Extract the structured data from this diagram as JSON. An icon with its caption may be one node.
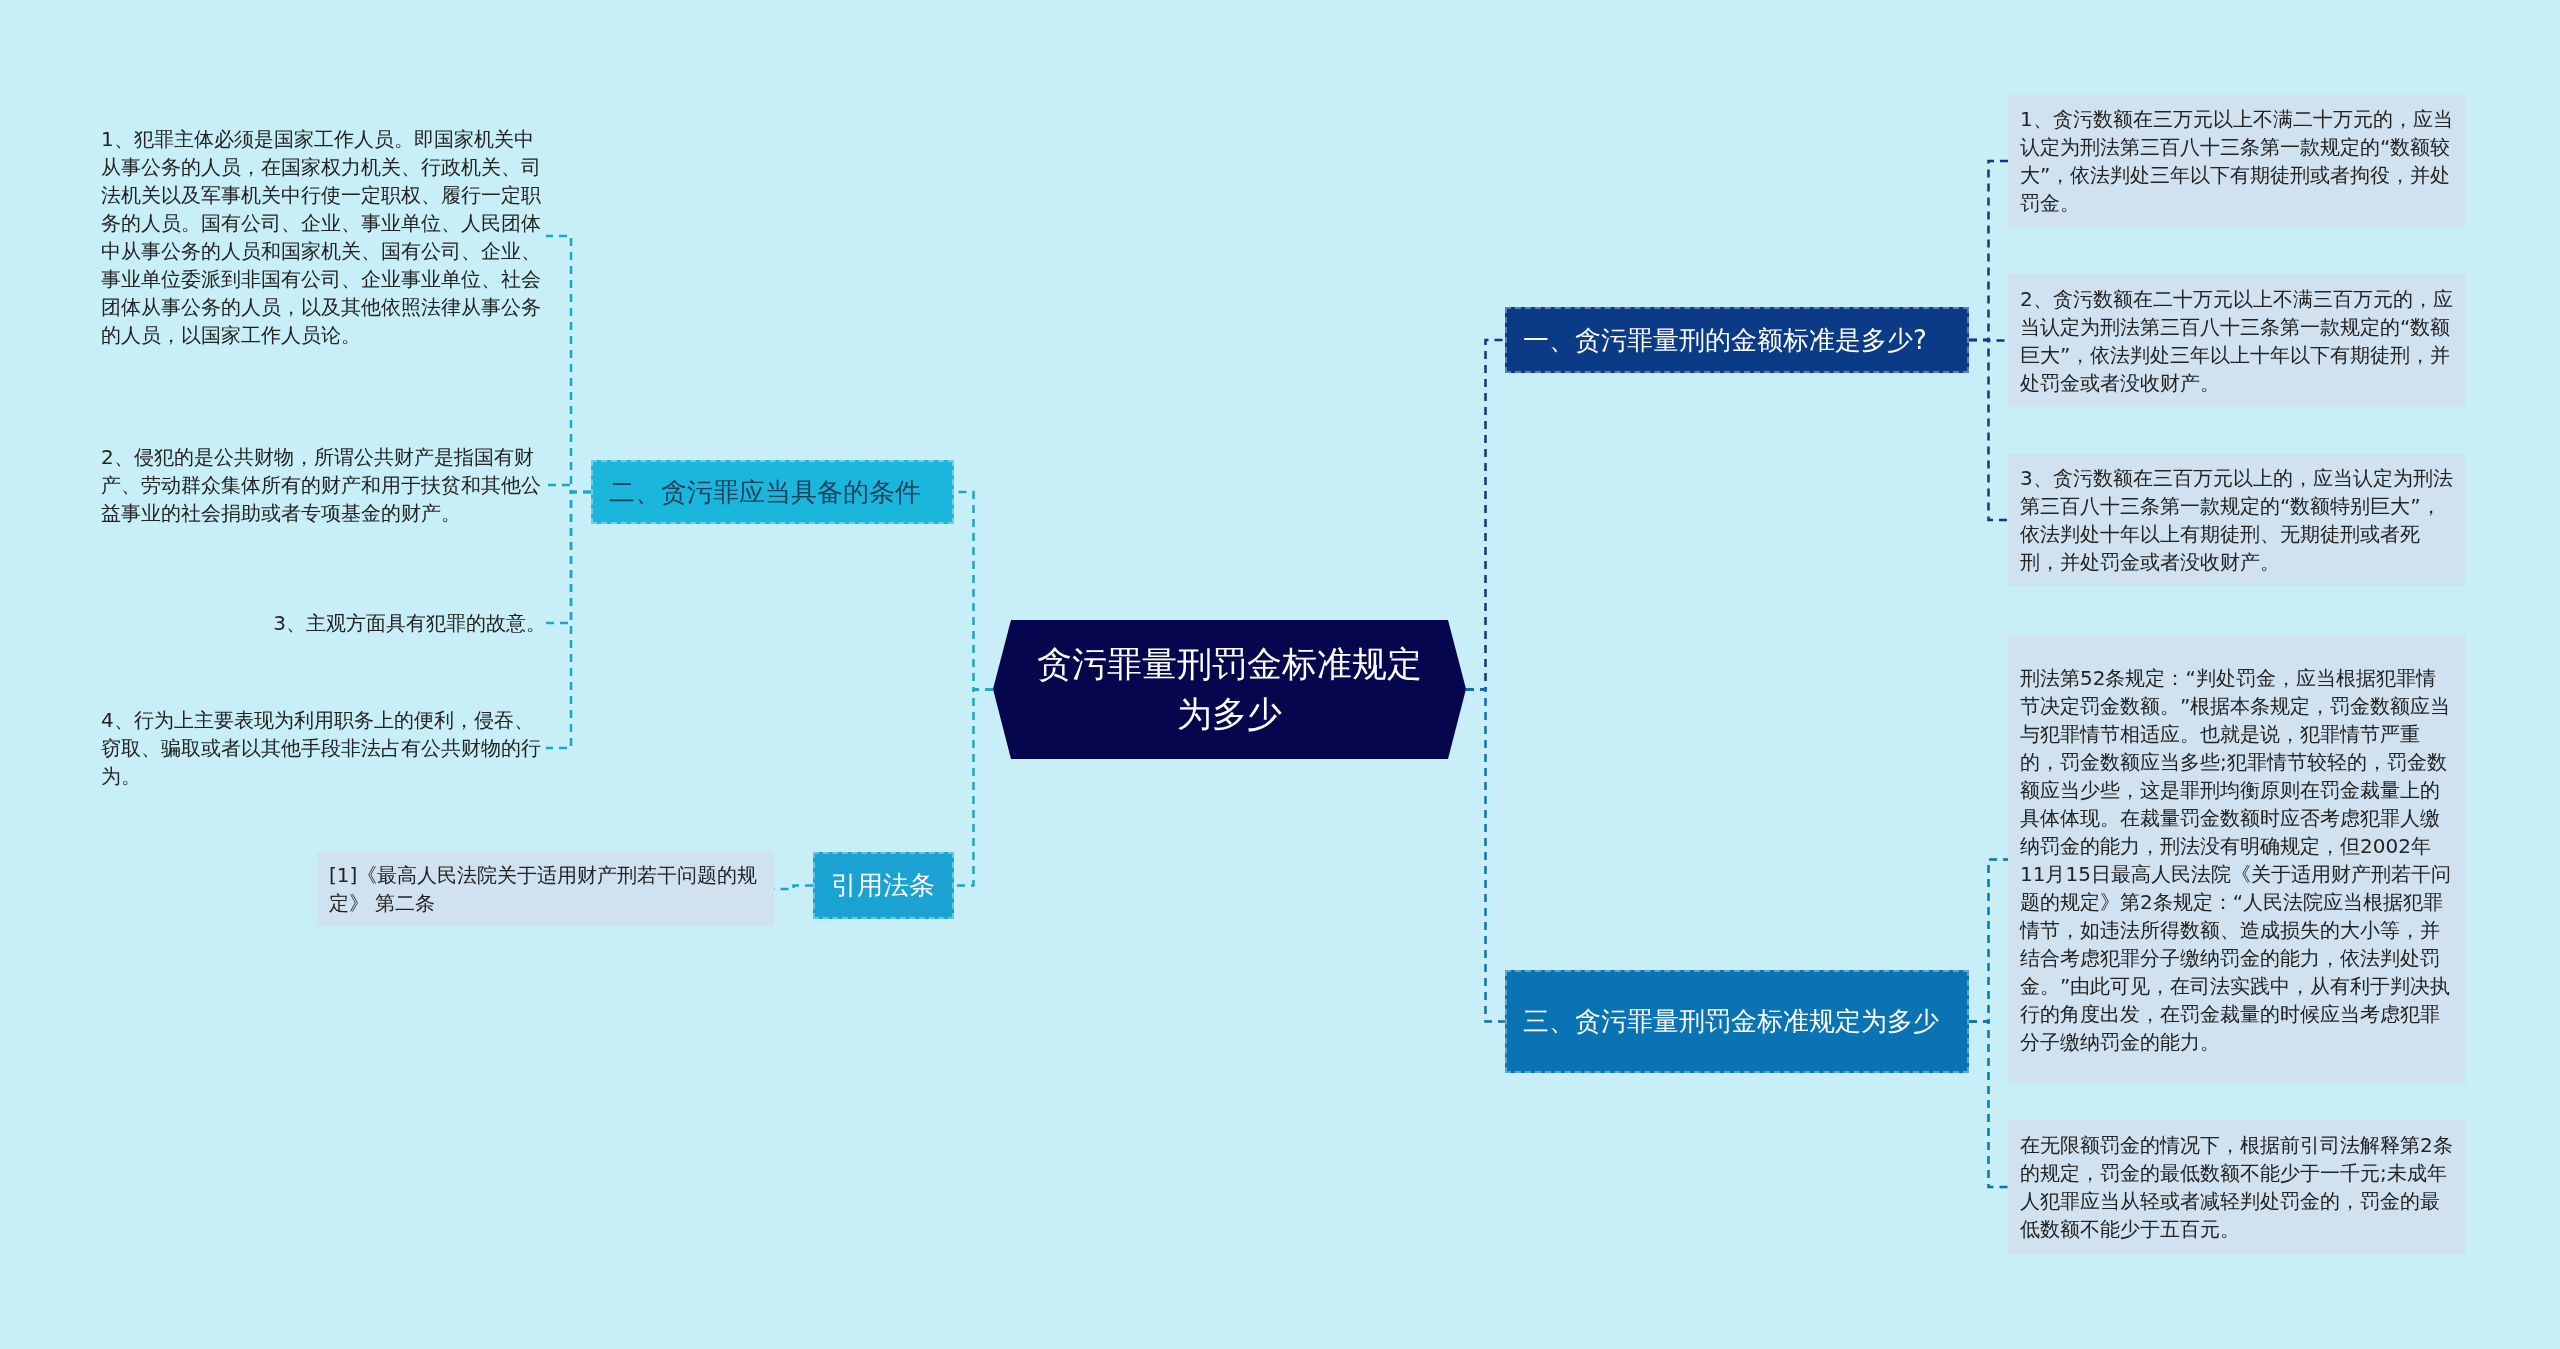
{
  "diagram": {
    "nodes": [
      {
        "text": [
          "贪污罪量刑罚金标准规定为多少"
        ]
      },
      {
        "text": [
          "一、贪污罪量刑的金额标准是多少?"
        ]
      },
      {
        "text": [
          "1、贪污数额在三万元以上不满二十万元的，应当认定为刑法第三百八十三条第一款规定的“数额较大”，依法判处三年以下有期徒刑或者拘役，并处罚金。"
        ]
      },
      {
        "text": [
          "2、贪污数额在二十万元以上不满三百万元的，应当认定为刑法第三百八十三条第一款规定的“数额巨大”，依法判处三年以上十年以下有期徒刑，并处罚金或者没收财产。"
        ]
      },
      {
        "text": [
          "3、贪污数额在三百万元以上的，应当认定为刑法第三百八十三条第一款规定的“数额特别巨大”，依法判处十年以上有期徒刑、无期徒刑或者死刑，并处罚金或者没收财产。"
        ]
      },
      {
        "text": [
          "三、贪污罪量刑罚金标准规定为多少"
        ]
      },
      {
        "text": [
          "刑法第52条规定：“判处罚金，应当根据犯罪情节决定罚金数额。”根据本条规定，罚金数额应当与犯罪情节相适应。也就是说，犯罪情节严重的，罚金数额应当多些;犯罪情节较轻的，罚金数额应当少些，这是罪刑均衡原则在罚金裁量上的具体体现。在裁量罚金数额时应否考虑犯罪人缴纳罚金的能力，刑法没有明确规定，但2002年11月15日最高人民法院《关于适用财产刑若干问题的规定》第2条规定：“人民法院应当根据犯罪情节，如违法所得数额、造成损失的大小等，并结合考虑犯罪分子缴纳罚金的能力，依法判处罚金。”由此可见，在司法实践中，从有利于判决执行的角度出发，在罚金裁量的时候应当考虑犯罪分子缴纳罚金的能力。"
        ]
      },
      {
        "text": [
          "在无限额罚金的情况下，根据前引司法解释第2条的规定，罚金的最低数额不能少于一千元;未成年人犯罪应当从轻或者减轻判处罚金的，罚金的最低数额不能少于五百元。"
        ]
      },
      {
        "text": [
          "二、贪污罪应当具备的条件"
        ]
      },
      {
        "text": [
          "1、犯罪主体必须是国家工作人员。即国家机关中从事公务的人员，在国家权力机关、行政机关、司法机关以及军事机关中行使一定职权、履行一定职务的人员。国有公司、企业、事业单位、人民团体中从事公务的人员和国家机关、国有公司、企业、事业单位委派到非国有公司、企业事业单位、社会团体从事公务的人员，以及其他依照法律从事公务的人员，以国家工作人员论。"
        ]
      },
      {
        "text": [
          "2、侵犯的是公共财物，所谓公共财产是指国有财产、劳动群众集体所有的财产和用于扶贫和其他公益事业的社会捐助或者专项基金的财产。"
        ]
      },
      {
        "text": [
          "3、主观方面具有犯罪的故意。"
        ]
      },
      {
        "text": [
          "4、行为上主要表现为利用职务上的便利，侵吞、窃取、骗取或者以其他手段非法占有公共财物的行为。"
        ]
      },
      {
        "text": [
          "引用法条"
        ]
      },
      {
        "text": [
          "[1]《最高人民法院关于适用财产刑若干问题的规定》 第二条"
        ]
      }
    ],
    "edges": [
      {
        "from": 0,
        "to": 1,
        "arrow": "none",
        "style": "dashed",
        "color": "#0b3a86"
      },
      {
        "from": 1,
        "to": 2,
        "arrow": "none",
        "style": "dashed",
        "color": "#0b3a86"
      },
      {
        "from": 1,
        "to": 3,
        "arrow": "none",
        "style": "dashed",
        "color": "#0b3a86"
      },
      {
        "from": 1,
        "to": 4,
        "arrow": "none",
        "style": "dashed",
        "color": "#0b3a86"
      },
      {
        "from": 0,
        "to": 5,
        "arrow": "none",
        "style": "dashed",
        "color": "#0a73b3"
      },
      {
        "from": 5,
        "to": 6,
        "arrow": "none",
        "style": "dashed",
        "color": "#0a73b3"
      },
      {
        "from": 5,
        "to": 7,
        "arrow": "none",
        "style": "dashed",
        "color": "#0a73b3"
      },
      {
        "from": 0,
        "to": 8,
        "arrow": "none",
        "style": "dashed"
      },
      {
        "from": 8,
        "to": 9,
        "arrow": "none",
        "style": "dashed"
      },
      {
        "from": 8,
        "to": 10,
        "arrow": "none",
        "style": "dashed"
      },
      {
        "from": 8,
        "to": 11,
        "arrow": "none",
        "style": "dashed"
      },
      {
        "from": 8,
        "to": 12,
        "arrow": "none",
        "style": "dashed"
      },
      {
        "from": 0,
        "to": 13,
        "arrow": "none",
        "style": "dashed"
      },
      {
        "from": 13,
        "to": 14,
        "arrow": "none",
        "style": "dashed"
      }
    ]
  }
}
